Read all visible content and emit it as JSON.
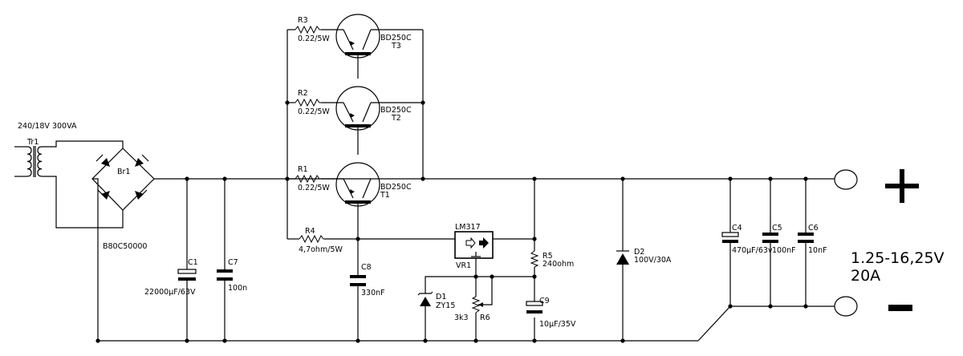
{
  "transformer": {
    "name": "Tr1",
    "rating": "240/18V 300VA"
  },
  "bridge": {
    "name": "Br1",
    "part": "B80C50000"
  },
  "caps": {
    "c1": {
      "name": "C1",
      "value": "22000µF/63V"
    },
    "c7": {
      "name": "C7",
      "value": "100n"
    },
    "c8": {
      "name": "C8",
      "value": "330nF"
    },
    "c9": {
      "name": "C9",
      "value": "10µF/35V"
    },
    "c4": {
      "name": "C4",
      "value": "470µF/63v"
    },
    "c5": {
      "name": "C5",
      "value": "100nF"
    },
    "c6": {
      "name": "C6",
      "value": "10nF"
    }
  },
  "resistors": {
    "r1": {
      "name": "R1",
      "value": "0.22/5W"
    },
    "r2": {
      "name": "R2",
      "value": "0.22/5W"
    },
    "r3": {
      "name": "R3",
      "value": "0.22/5W"
    },
    "r4": {
      "name": "R4",
      "value": "4,7ohm/5W"
    },
    "r5": {
      "name": "R5",
      "value": "240ohm"
    },
    "r6": {
      "name": "R6",
      "value": "3k3"
    }
  },
  "transistors": {
    "t1": {
      "name": "T1",
      "part": "BD250C"
    },
    "t2": {
      "name": "T2",
      "part": "BD250C"
    },
    "t3": {
      "name": "T3",
      "part": "BD250C"
    }
  },
  "regulator": {
    "name": "VR1",
    "part": "LM317"
  },
  "diodes": {
    "d1": {
      "name": "D1",
      "part": "ZY15"
    },
    "d2": {
      "name": "D2",
      "part": "100V/30A"
    }
  },
  "output": {
    "plus": "+",
    "minus": "–",
    "voltage": "1.25-16,25V",
    "current": "20A"
  }
}
